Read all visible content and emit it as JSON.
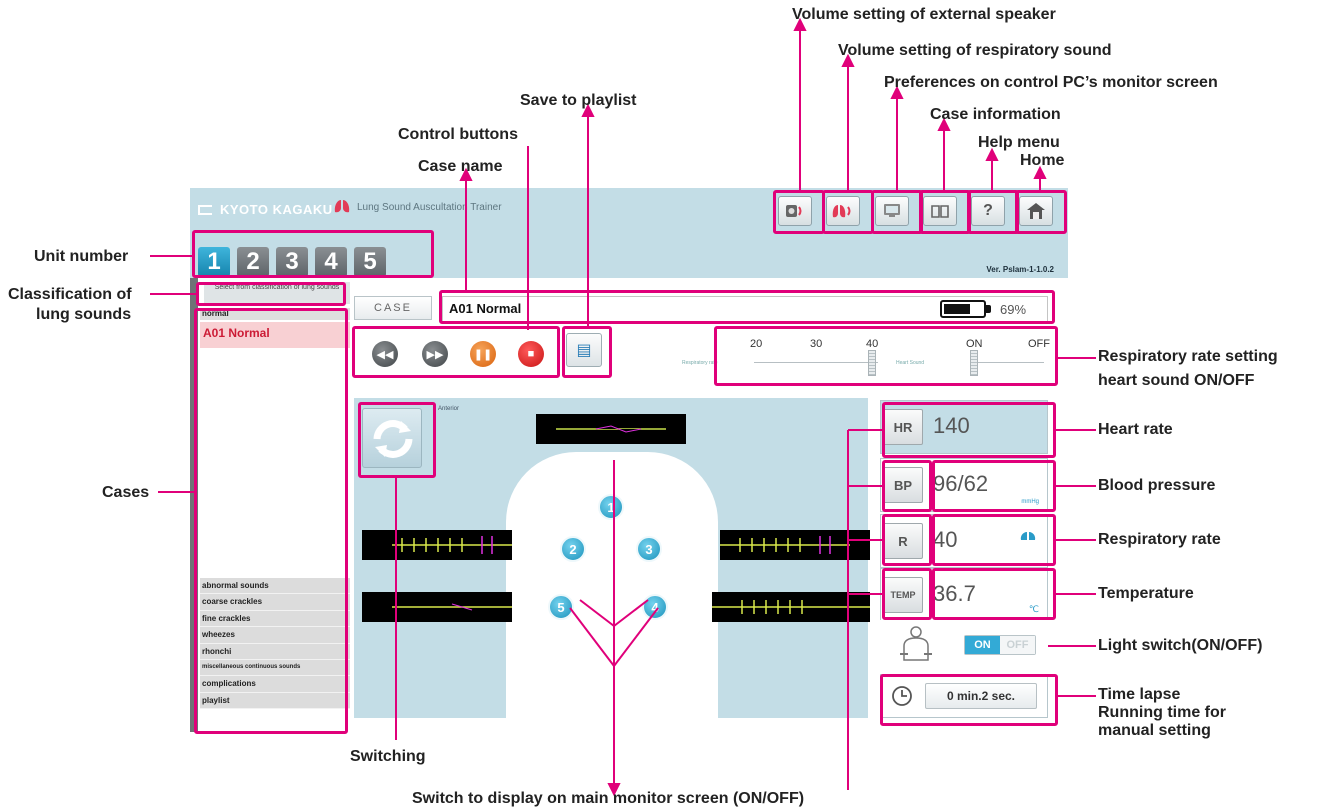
{
  "header": {
    "brand": "KYOTO KAGAKU",
    "product": "Lung Sound Auscultation Trainer",
    "version": "Ver. Pslam-1-1.0.2"
  },
  "units": [
    "1",
    "2",
    "3",
    "4",
    "5"
  ],
  "active_unit": 0,
  "sidebar": {
    "heading": "Select from classification of lung sounds",
    "normal_label": "normal",
    "selected_case": "A01 Normal",
    "categories": [
      "abnormal sounds",
      "coarse crackles",
      "fine crackles",
      "wheezes",
      "rhonchi",
      "miscellaneous continuous sounds",
      "complications",
      "playlist"
    ]
  },
  "case": {
    "label": "CASE",
    "name": "A01 Normal",
    "battery_percent": "69%",
    "battery_level": 0.69
  },
  "controls": {
    "icons": [
      "rewind-icon",
      "fast-forward-icon",
      "pause-icon",
      "stop-icon"
    ],
    "save_icon": "playlist-save-icon"
  },
  "sliders": {
    "resp_ticks": [
      "20",
      "30",
      "40"
    ],
    "resp_label": "Respiratory rate",
    "resp_selected": "40",
    "heart_ticks": [
      "ON",
      "OFF"
    ],
    "heart_label": "Heart Sound",
    "heart_selected": "ON"
  },
  "display": {
    "view_label": "Anterior",
    "markers": [
      "1",
      "2",
      "3",
      "4",
      "5"
    ]
  },
  "vitals": {
    "hr": {
      "tag": "HR",
      "value": "140"
    },
    "bp": {
      "tag": "BP",
      "value": "96/62",
      "unit": "mmHg"
    },
    "r": {
      "tag": "R",
      "value": "40"
    },
    "temp": {
      "tag": "TEMP",
      "value": "36.7",
      "unit": "℃"
    }
  },
  "light": {
    "on": "ON",
    "off": "OFF",
    "state": "on"
  },
  "time": {
    "value": "0 min.2 sec."
  },
  "callouts": {
    "volume_external": "Volume setting of external speaker",
    "volume_resp": "Volume setting of respiratory sound",
    "preferences": "Preferences on control PC’s monitor screen",
    "case_info": "Case information",
    "help": "Help menu",
    "home": "Home",
    "save_playlist": "Save to playlist",
    "control_buttons": "Control buttons",
    "case_name": "Case name",
    "unit_number": "Unit number",
    "classification_1": "Classification of",
    "classification_2": "lung sounds",
    "cases": "Cases",
    "resp_rate_1": "Respiratory rate setting",
    "resp_rate_2": "heart sound ON/OFF",
    "heart_rate": "Heart rate",
    "blood_pressure": "Blood pressure",
    "resp_rate": "Respiratory rate",
    "temperature": "Temperature",
    "light_switch": "Light switch(ON/OFF)",
    "time_1": "Time lapse",
    "time_2": "Running time for",
    "time_3": "manual setting",
    "switching": "Switching",
    "switch_main": "Switch to display on main monitor screen (ON/OFF)"
  },
  "colors": {
    "accent": "#e0007a",
    "panel": "#c3dde6",
    "unit_active": "#1583ac",
    "case_highlight": "#cc1b35"
  }
}
